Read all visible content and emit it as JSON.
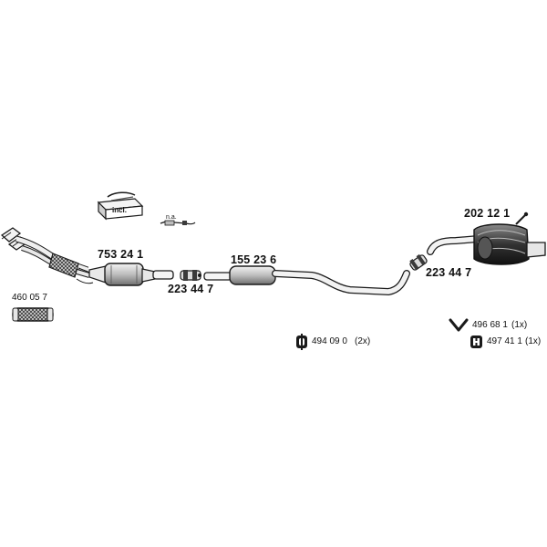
{
  "labels": {
    "front_pipe": "460 05 7",
    "catalyst": "753 24 1",
    "clamp_front": "223 44 7",
    "middle_silencer": "155 23 6",
    "rear_silencer": "202 12 1",
    "clamp_rear": "223 44 7",
    "mounting_kit_note": "incl.",
    "sensor_note": "n.a.",
    "rubber_mount": "494 09 0",
    "rubber_mount_qty": "(2x)",
    "hanger": "496 68 1",
    "hanger_qty": "(1x)",
    "rear_mount": "497 41 1",
    "rear_mount_qty": "(1x)"
  },
  "colors": {
    "line": "#1a1a1a",
    "fill_dark": "#3a3a3a",
    "fill_mid": "#9a9a9a",
    "fill_light": "#e6e6e6"
  },
  "icons": {
    "rubber_mount": "rubber-ring-icon",
    "hanger": "v-hanger-icon",
    "rear_mount": "h-mount-icon",
    "mounting_kit": "parts-box-icon",
    "sensor": "lambda-sensor-icon"
  }
}
